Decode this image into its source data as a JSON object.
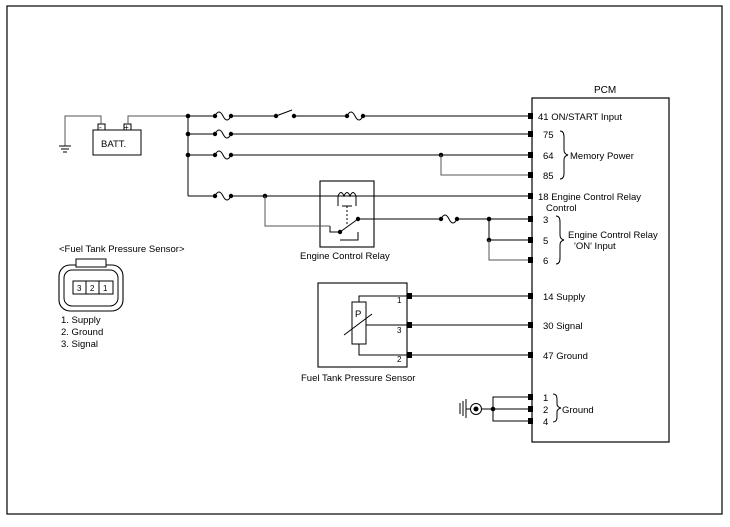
{
  "diagram": {
    "pcm": {
      "title": "PCM",
      "pins": {
        "p41": "41 ON/START Input",
        "p75": "75",
        "p64": "64",
        "p85": "85",
        "memory_power": "Memory Power",
        "p18_line1": "18 Engine Control Relay",
        "p18_line2": "Control",
        "p3": "3",
        "p5": "5",
        "p6": "6",
        "relay_on_line1": "Engine Control Relay",
        "relay_on_line2": "'ON' Input",
        "p14": "14 Supply",
        "p30": "30 Signal",
        "p47": "47 Ground",
        "g1": "1",
        "g2": "2",
        "g4": "4",
        "ground": "Ground"
      }
    },
    "battery": {
      "label": "BATT.",
      "neg": "-",
      "pos": "+"
    },
    "relay": {
      "label": "Engine Control Relay"
    },
    "sensor": {
      "label": "Fuel Tank Pressure Sensor",
      "symbol": "P",
      "pin1": "1",
      "pin3": "3",
      "pin2": "2"
    },
    "connector": {
      "title": "<Fuel Tank Pressure Sensor>",
      "pins": [
        "3",
        "2",
        "1"
      ],
      "legend": [
        "1. Supply",
        "2. Ground",
        "3. Signal"
      ]
    }
  }
}
